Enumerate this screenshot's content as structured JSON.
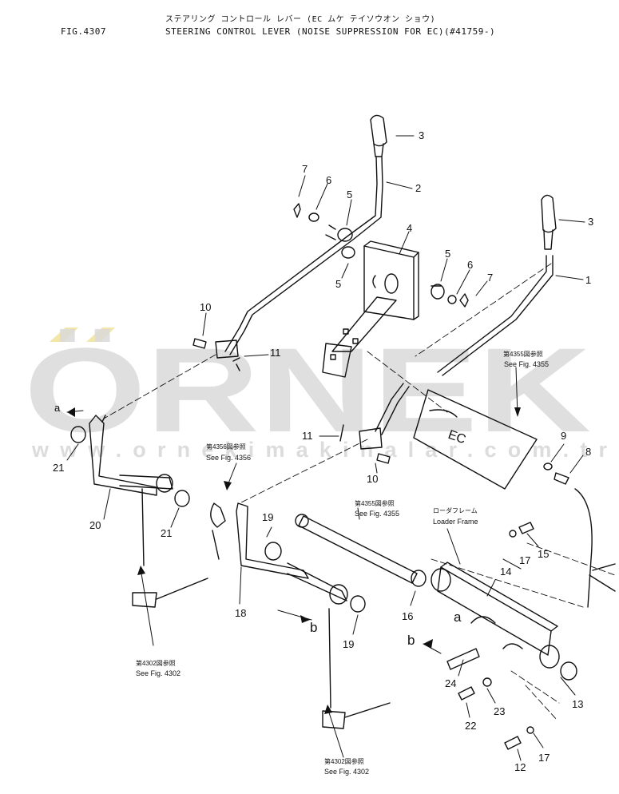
{
  "header": {
    "fig_no": "FIG.4307",
    "jp_title": "ステアリング コントロール レバー (EC ムケ テイソウオン ショウ)",
    "en_title": "STEERING CONTROL LEVER (NOISE SUPPRESSION FOR EC)(#41759-)"
  },
  "watermark": {
    "logo": "ÖRNEK",
    "url": "www.ornekimakinalar.com.tr",
    "color": "#d9d9d9",
    "accent": "#f3e6a8"
  },
  "callouts": [
    {
      "id": "c1",
      "label": "1"
    },
    {
      "id": "c2",
      "label": "2"
    },
    {
      "id": "c3a",
      "label": "3"
    },
    {
      "id": "c3b",
      "label": "3"
    },
    {
      "id": "c4",
      "label": "4"
    },
    {
      "id": "c5a",
      "label": "5"
    },
    {
      "id": "c5b",
      "label": "5"
    },
    {
      "id": "c5c",
      "label": "5"
    },
    {
      "id": "c6a",
      "label": "6"
    },
    {
      "id": "c6b",
      "label": "6"
    },
    {
      "id": "c7a",
      "label": "7"
    },
    {
      "id": "c7b",
      "label": "7"
    },
    {
      "id": "c8",
      "label": "8"
    },
    {
      "id": "c9",
      "label": "9"
    },
    {
      "id": "c10a",
      "label": "10"
    },
    {
      "id": "c10b",
      "label": "10"
    },
    {
      "id": "c11a",
      "label": "11"
    },
    {
      "id": "c11b",
      "label": "11"
    },
    {
      "id": "c12",
      "label": "12"
    },
    {
      "id": "c13",
      "label": "13"
    },
    {
      "id": "c14",
      "label": "14"
    },
    {
      "id": "c15",
      "label": "15"
    },
    {
      "id": "c16",
      "label": "16"
    },
    {
      "id": "c17a",
      "label": "17"
    },
    {
      "id": "c17b",
      "label": "17"
    },
    {
      "id": "c18",
      "label": "18"
    },
    {
      "id": "c19a",
      "label": "19"
    },
    {
      "id": "c19b",
      "label": "19"
    },
    {
      "id": "c20",
      "label": "20"
    },
    {
      "id": "c21a",
      "label": "21"
    },
    {
      "id": "c21b",
      "label": "21"
    },
    {
      "id": "c22",
      "label": "22"
    },
    {
      "id": "c23",
      "label": "23"
    },
    {
      "id": "c24",
      "label": "24"
    },
    {
      "id": "ca1",
      "label": "a"
    },
    {
      "id": "ca2",
      "label": "a"
    },
    {
      "id": "cb1",
      "label": "b"
    },
    {
      "id": "cb2",
      "label": "b"
    }
  ],
  "references": [
    {
      "id": "r4355a",
      "jp": "第4355図参照",
      "en": "See Fig. 4355"
    },
    {
      "id": "r4356",
      "jp": "第4356図参照",
      "en": "See Fig. 4356"
    },
    {
      "id": "r4355b",
      "jp": "第4355図参照",
      "en": "See Fig. 4355"
    },
    {
      "id": "r4302a",
      "jp": "第4302図参照",
      "en": "See Fig. 4302"
    },
    {
      "id": "r4302b",
      "jp": "第4302図参照",
      "en": "See Fig. 4302"
    }
  ],
  "loader_frame": {
    "jp": "ローダフレーム",
    "en": "Loader Frame"
  },
  "ec_mark": "EC"
}
